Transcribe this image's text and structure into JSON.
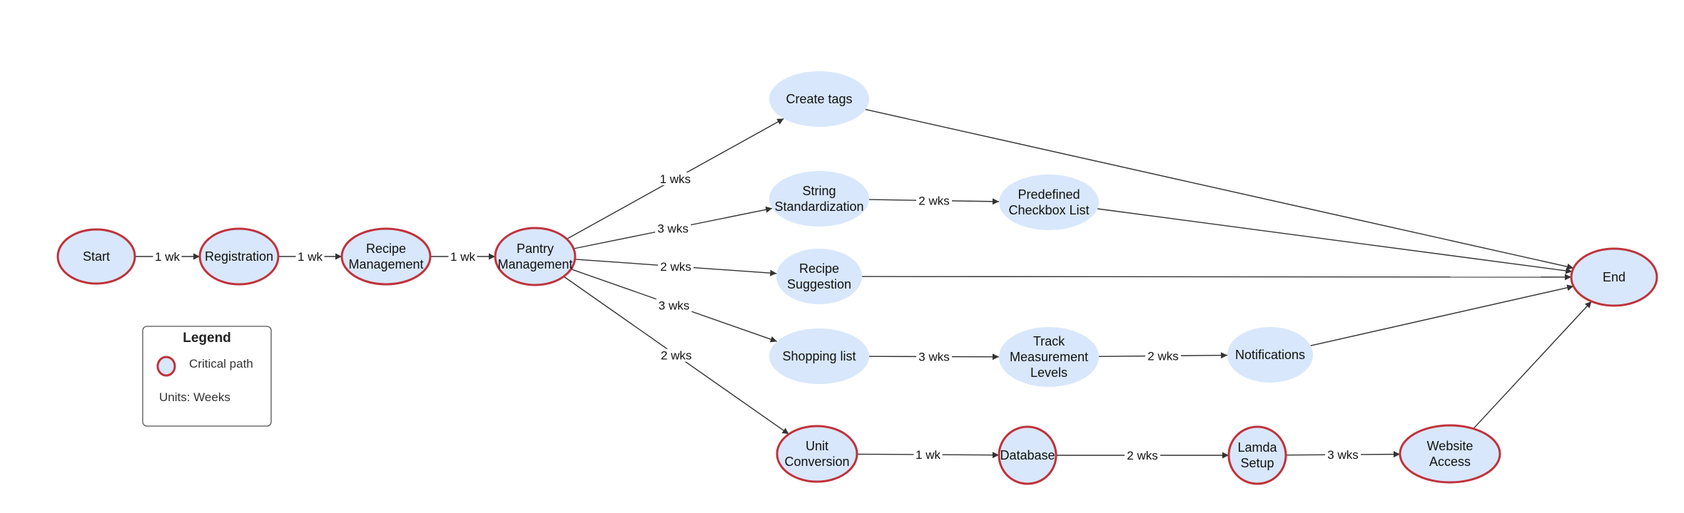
{
  "colors": {
    "node_fill": "#d8e7fb",
    "critical_stroke": "#c0323b",
    "edge": "#333333",
    "legend_border": "#555555"
  },
  "nodes": [
    {
      "id": "start",
      "lines": [
        "Start"
      ],
      "critical": true
    },
    {
      "id": "registration",
      "lines": [
        "Registration"
      ],
      "critical": true
    },
    {
      "id": "recipe-management",
      "lines": [
        "Recipe",
        "Management"
      ],
      "critical": true
    },
    {
      "id": "pantry-management",
      "lines": [
        "Pantry",
        "Management"
      ],
      "critical": true
    },
    {
      "id": "create-tags",
      "lines": [
        "Create tags"
      ],
      "critical": false
    },
    {
      "id": "string-standardization",
      "lines": [
        "String",
        "Standardization"
      ],
      "critical": false
    },
    {
      "id": "predefined-checkbox-list",
      "lines": [
        "Predefined",
        "Checkbox List"
      ],
      "critical": false
    },
    {
      "id": "recipe-suggestion",
      "lines": [
        "Recipe",
        "Suggestion"
      ],
      "critical": false
    },
    {
      "id": "shopping-list",
      "lines": [
        "Shopping list"
      ],
      "critical": false
    },
    {
      "id": "track-measurement-levels",
      "lines": [
        "Track",
        "Measurement",
        "Levels"
      ],
      "critical": false
    },
    {
      "id": "notifications",
      "lines": [
        "Notifications"
      ],
      "critical": false
    },
    {
      "id": "unit-conversion",
      "lines": [
        "Unit",
        "Conversion"
      ],
      "critical": true
    },
    {
      "id": "database",
      "lines": [
        "Database"
      ],
      "critical": true
    },
    {
      "id": "lamda-setup",
      "lines": [
        "Lamda",
        "Setup"
      ],
      "critical": true
    },
    {
      "id": "website-access",
      "lines": [
        "Website",
        "Access"
      ],
      "critical": true
    },
    {
      "id": "end",
      "lines": [
        "End"
      ],
      "critical": true
    }
  ],
  "edges": [
    {
      "from": "start",
      "to": "registration",
      "label": "1 wk"
    },
    {
      "from": "registration",
      "to": "recipe-management",
      "label": "1 wk"
    },
    {
      "from": "recipe-management",
      "to": "pantry-management",
      "label": "1 wk"
    },
    {
      "from": "pantry-management",
      "to": "create-tags",
      "label": "1 wks"
    },
    {
      "from": "pantry-management",
      "to": "string-standardization",
      "label": "3 wks"
    },
    {
      "from": "pantry-management",
      "to": "recipe-suggestion",
      "label": "2 wks"
    },
    {
      "from": "pantry-management",
      "to": "shopping-list",
      "label": "3 wks"
    },
    {
      "from": "pantry-management",
      "to": "unit-conversion",
      "label": "2 wks"
    },
    {
      "from": "string-standardization",
      "to": "predefined-checkbox-list",
      "label": "2 wks"
    },
    {
      "from": "shopping-list",
      "to": "track-measurement-levels",
      "label": "3 wks"
    },
    {
      "from": "track-measurement-levels",
      "to": "notifications",
      "label": "2 wks"
    },
    {
      "from": "unit-conversion",
      "to": "database",
      "label": "1 wk"
    },
    {
      "from": "database",
      "to": "lamda-setup",
      "label": "2 wks"
    },
    {
      "from": "lamda-setup",
      "to": "website-access",
      "label": "3 wks"
    },
    {
      "from": "create-tags",
      "to": "end",
      "label": ""
    },
    {
      "from": "predefined-checkbox-list",
      "to": "end",
      "label": ""
    },
    {
      "from": "recipe-suggestion",
      "to": "end",
      "label": ""
    },
    {
      "from": "notifications",
      "to": "end",
      "label": ""
    },
    {
      "from": "website-access",
      "to": "end",
      "label": ""
    }
  ],
  "legend": {
    "title": "Legend",
    "critical_label": "Critical path",
    "units_label": "Units: Weeks"
  }
}
